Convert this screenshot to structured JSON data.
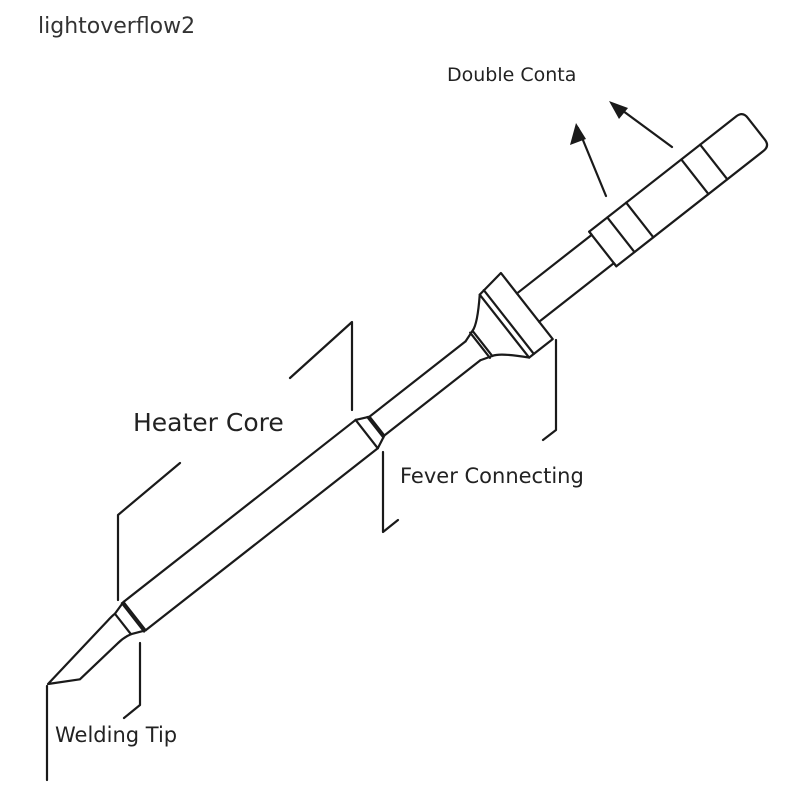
{
  "watermark": "lightoverflow2",
  "labels": {
    "double_contact": "Double Conta",
    "heater_core": "Heater Core",
    "fever_connecting": "Fever Connecting",
    "welding_tip": "Welding Tip"
  }
}
